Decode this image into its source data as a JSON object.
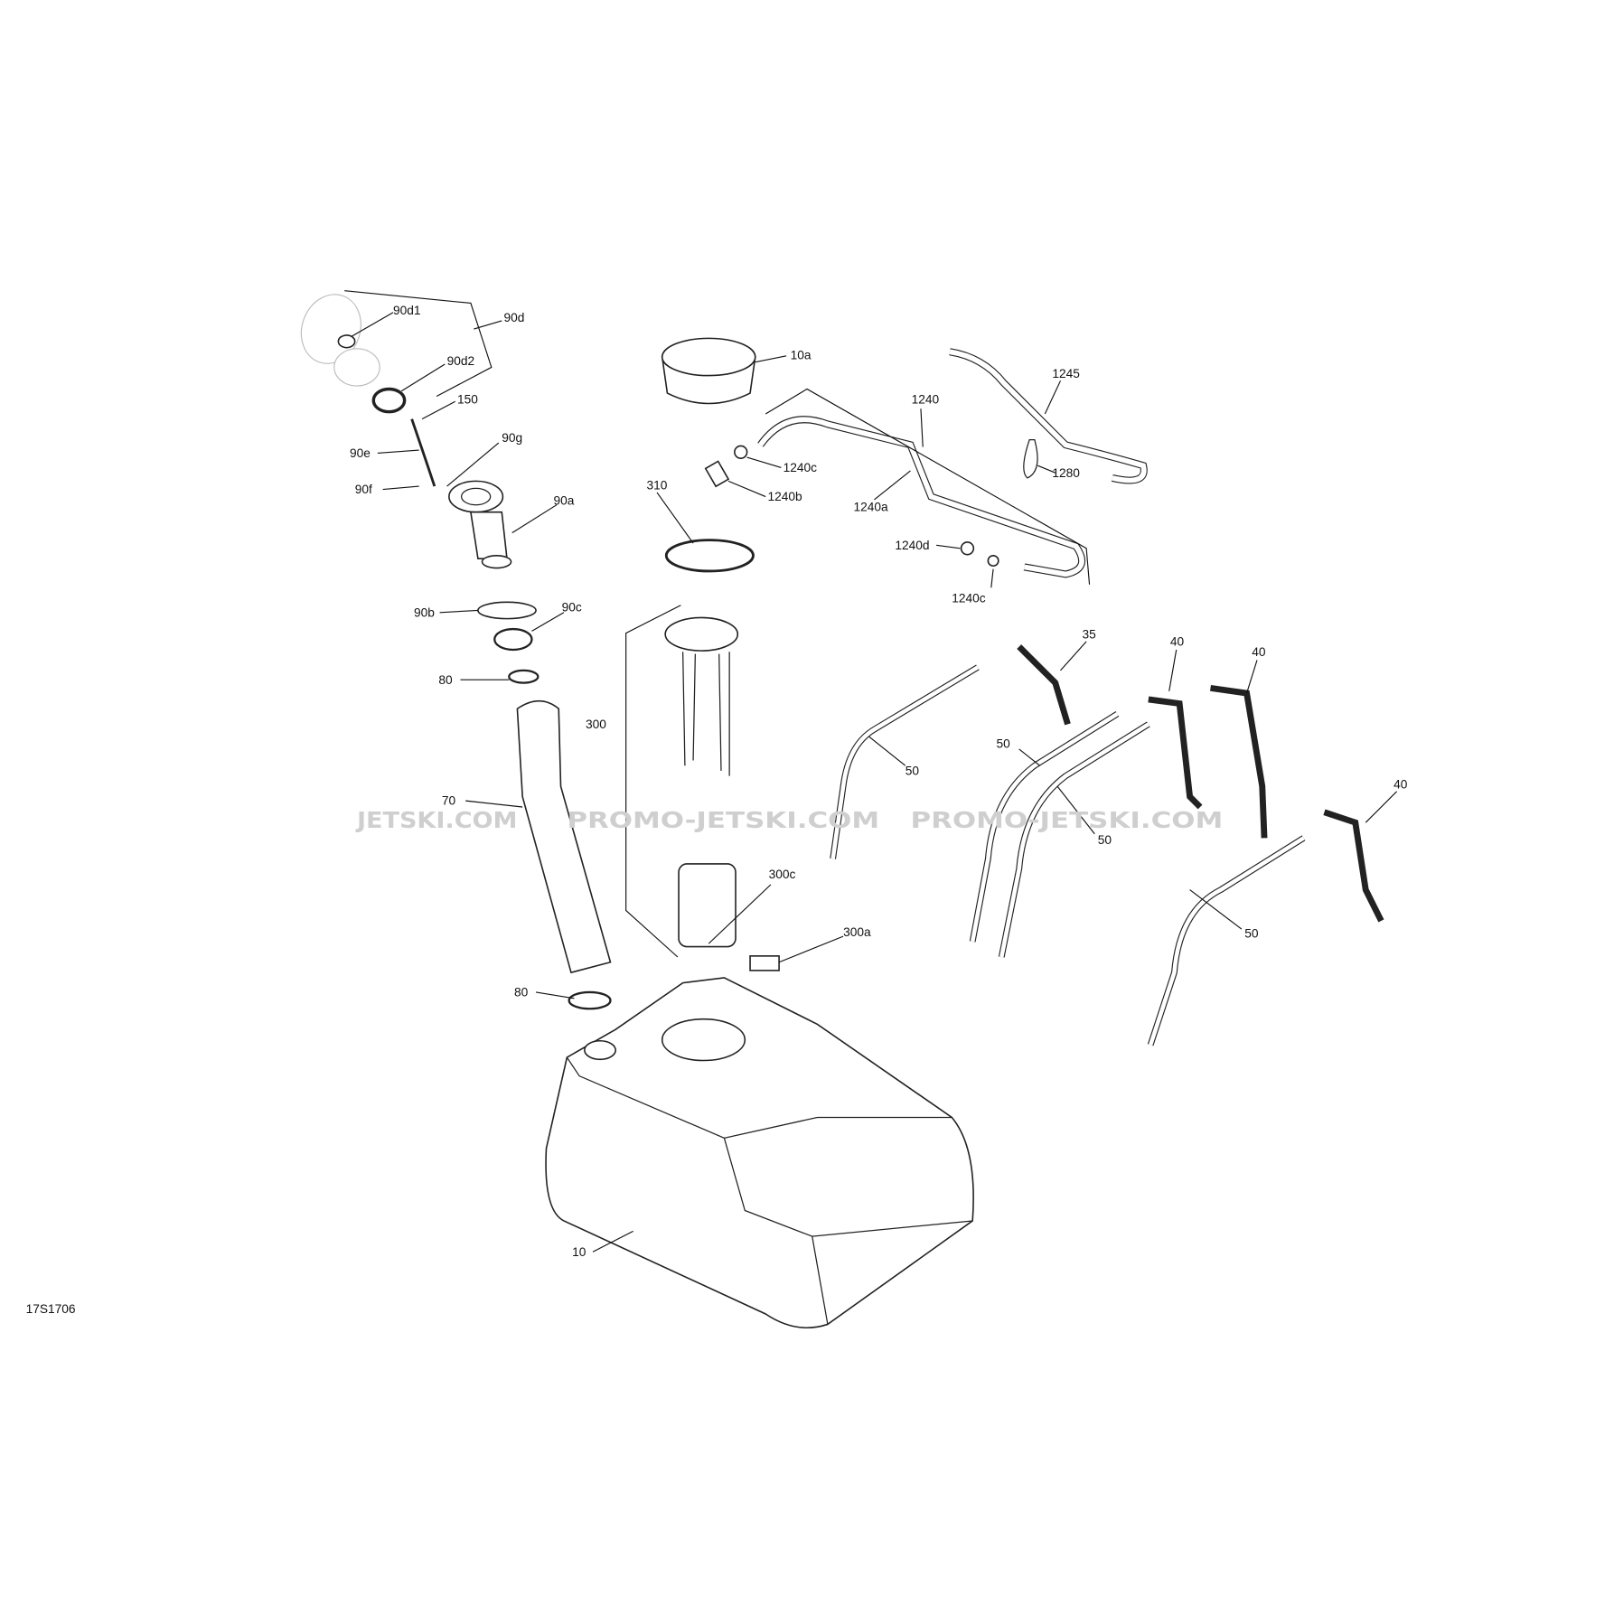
{
  "diagram_id": "17S1706",
  "watermark": [
    "JETSKI.COM",
    "PROMO-JETSKI.COM",
    "PROMO-JETSKI.COM"
  ],
  "labels": {
    "l90d1": "90d1",
    "l90d": "90d",
    "l90d2": "90d2",
    "l150": "150",
    "l90e": "90e",
    "l90g": "90g",
    "l90f": "90f",
    "l90a": "90a",
    "l90b": "90b",
    "l90c": "90c",
    "l80a": "80",
    "l70": "70",
    "l80b": "80",
    "l300": "300",
    "l300c": "300c",
    "l300a": "300a",
    "l10": "10",
    "l10a": "10a",
    "l310": "310",
    "l1240c_a": "1240c",
    "l1240b": "1240b",
    "l1240a": "1240a",
    "l1240": "1240",
    "l1245": "1245",
    "l1280": "1280",
    "l1240d": "1240d",
    "l1240c_b": "1240c",
    "l35": "35",
    "l40a": "40",
    "l40b": "40",
    "l50a": "50",
    "l50b": "50",
    "l50c": "50",
    "l40c": "40",
    "l50d": "50"
  }
}
